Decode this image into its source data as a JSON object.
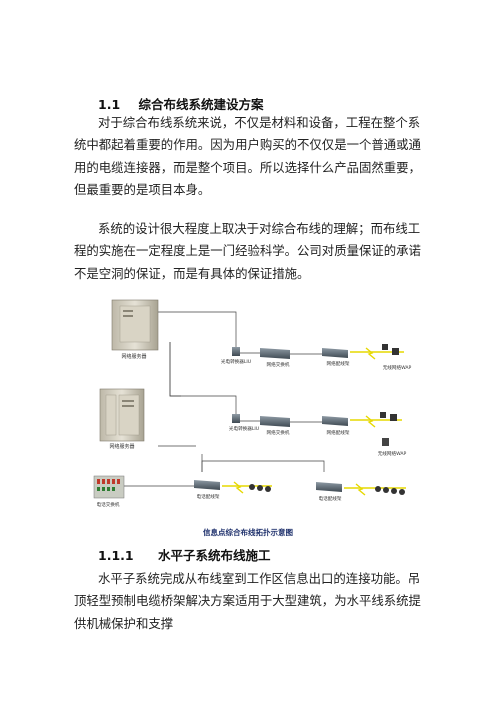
{
  "section1": {
    "number": "1.1",
    "title": "综合布线系统建设方案",
    "paragraphs": [
      "对于综合布线系统来说，不仅是材料和设备，工程在整个系统中都起着重要的作用。因为用户购买的不仅仅是一个普通或通用的电缆连接器，而是整个项目。所以选择什么产品固然重要，但最重要的是项目本身。",
      "系统的设计很大程度上取决于对综合布线的理解；而布线工程的实施在一定程度上是一门经验科学。公司对质量保证的承诺不是空洞的保证，而是有具体的保证措施。"
    ]
  },
  "diagram": {
    "labels": {
      "server1": "网络服务器",
      "server2": "网络服务器",
      "liu1": "光电转换器LIU",
      "liu2": "光电转换器LIU",
      "switch1": "网络交换机",
      "switch2": "网络交换机",
      "rack1": "网络配线架",
      "rack2": "网络配线架",
      "ap1": "无线网络WAP",
      "ap2": "无线网络WAP",
      "pbx": "电话交换机",
      "phone_rack1": "电话配线架",
      "phone_rack2": "电话配线架"
    }
  },
  "caption": "信息点综合布线拓扑示意图",
  "section2": {
    "number": "1.1.1",
    "title": "水平子系统布线施工",
    "paragraphs": [
      "水平子系统完成从布线室到工作区信息出口的连接功能。吊顶轻型预制电缆桥架解决方案适用于大型建筑，为水平线系统提供机械保护和支撑"
    ]
  }
}
